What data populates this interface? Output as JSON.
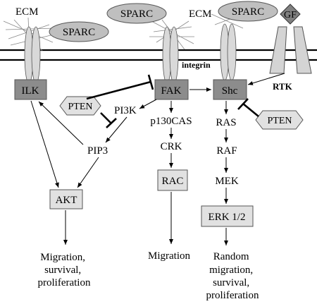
{
  "labels": {
    "ecm_left": "ECM",
    "sparc_left": "SPARC",
    "sparc_mid": "SPARC",
    "ecm_mid": "ECM",
    "sparc_right": "SPARC",
    "gf": "GF",
    "integrin": "integrin",
    "rtk": "RTK",
    "ilk": "ILK",
    "fak": "FAK",
    "shc": "Shc",
    "pten_left": "PTEN",
    "pi3k": "PI3K",
    "pip3": "PIP3",
    "akt": "AKT",
    "p130cas": "p130CAS",
    "crk": "CRK",
    "rac": "RAC",
    "pten_right": "PTEN",
    "ras": "RAS",
    "raf": "RAF",
    "mek": "MEK",
    "erk": "ERK 1/2"
  },
  "outcomes": {
    "left": [
      "Migration,",
      "survival,",
      "proliferation"
    ],
    "middle": [
      "Migration"
    ],
    "right": [
      "Random",
      "migration,",
      "survival,",
      "proliferation"
    ]
  },
  "colors": {
    "box_dark": "#8c8c8c",
    "box_light": "#e1e1e1",
    "ellipse_fill": "#bfbfbf",
    "integrin_fill": "#d9d9d9",
    "gf_fill": "#808080",
    "rtk_fill": "#d4d4d4"
  }
}
